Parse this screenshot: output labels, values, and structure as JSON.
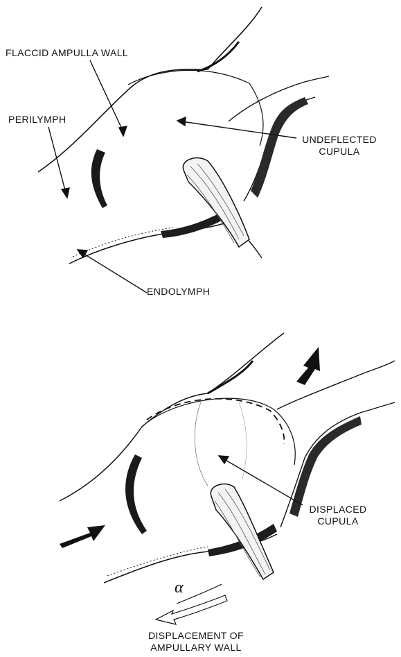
{
  "figure": {
    "top_panel": {
      "labels": {
        "flaccid_wall": "FLACCID AMPULLA WALL",
        "perilymph": "PERILYMPH",
        "cupula_line1": "UNDEFLECTED",
        "cupula_line2": "CUPULA",
        "endolymph": "ENDOLYMPH"
      }
    },
    "bottom_panel": {
      "labels": {
        "cupula_line1": "DISPLACED",
        "cupula_line2": "CUPULA",
        "alpha": "α",
        "displacement_line1": "DISPLACEMENT OF",
        "displacement_line2": "AMPULLARY WALL"
      }
    },
    "colors": {
      "ink": "#111111",
      "paper": "#ffffff",
      "shade": "#2a2a2a"
    }
  }
}
